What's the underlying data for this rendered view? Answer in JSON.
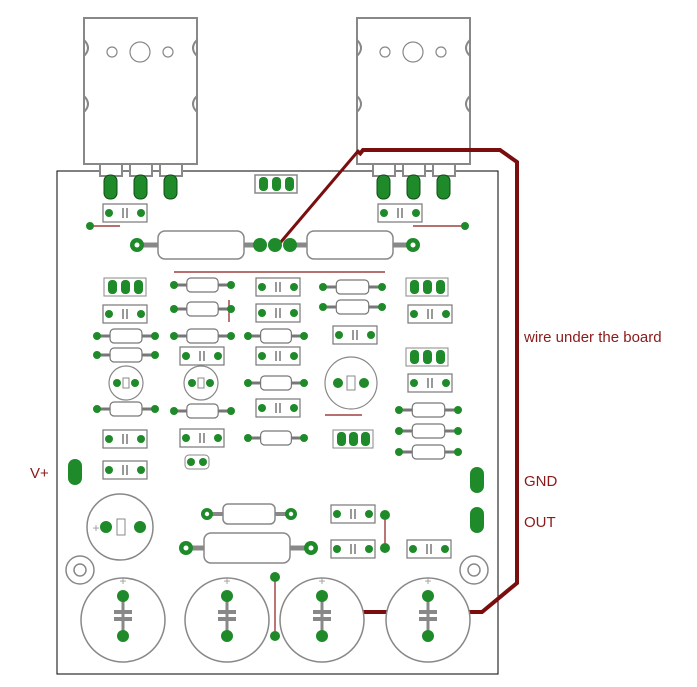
{
  "labels": {
    "v_plus": "V+",
    "gnd": "GND",
    "out": "OUT",
    "wire_note": "wire under the board"
  },
  "colors": {
    "pad": "#1f8a2a",
    "outline": "#777777",
    "wire": "#7a0e0e",
    "trace": "#8b1a1a",
    "label": "#8b1a1a"
  },
  "symbols": {
    "plus": "+"
  }
}
